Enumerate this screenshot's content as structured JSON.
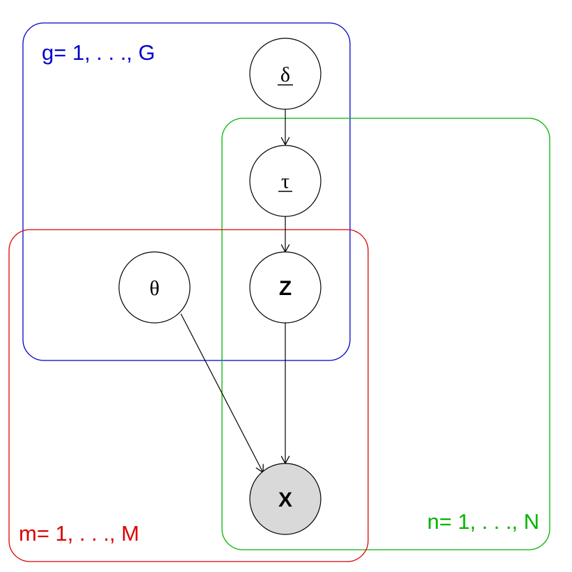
{
  "plates": {
    "g": {
      "label": "g= 1, . . ., G",
      "color": "#0000cc"
    },
    "n": {
      "label": "n= 1, . . ., N",
      "color": "#00b400"
    },
    "m": {
      "label": "m= 1, . . ., M",
      "color": "#dd0000"
    }
  },
  "nodes": {
    "delta": {
      "symbol": "δ",
      "underlined": true,
      "observed": false
    },
    "tau": {
      "symbol": "τ",
      "underlined": true,
      "observed": false
    },
    "theta": {
      "symbol": "θ",
      "underlined": false,
      "observed": false
    },
    "z": {
      "symbol": "Z",
      "underlined": false,
      "observed": false
    },
    "x": {
      "symbol": "X",
      "underlined": false,
      "observed": true
    }
  },
  "edges": [
    {
      "from": "delta",
      "to": "tau"
    },
    {
      "from": "tau",
      "to": "z"
    },
    {
      "from": "z",
      "to": "x"
    },
    {
      "from": "theta",
      "to": "x"
    }
  ],
  "colors": {
    "observed_fill": "#d9d9d9",
    "node_stroke": "#000000",
    "node_fill": "#ffffff"
  }
}
